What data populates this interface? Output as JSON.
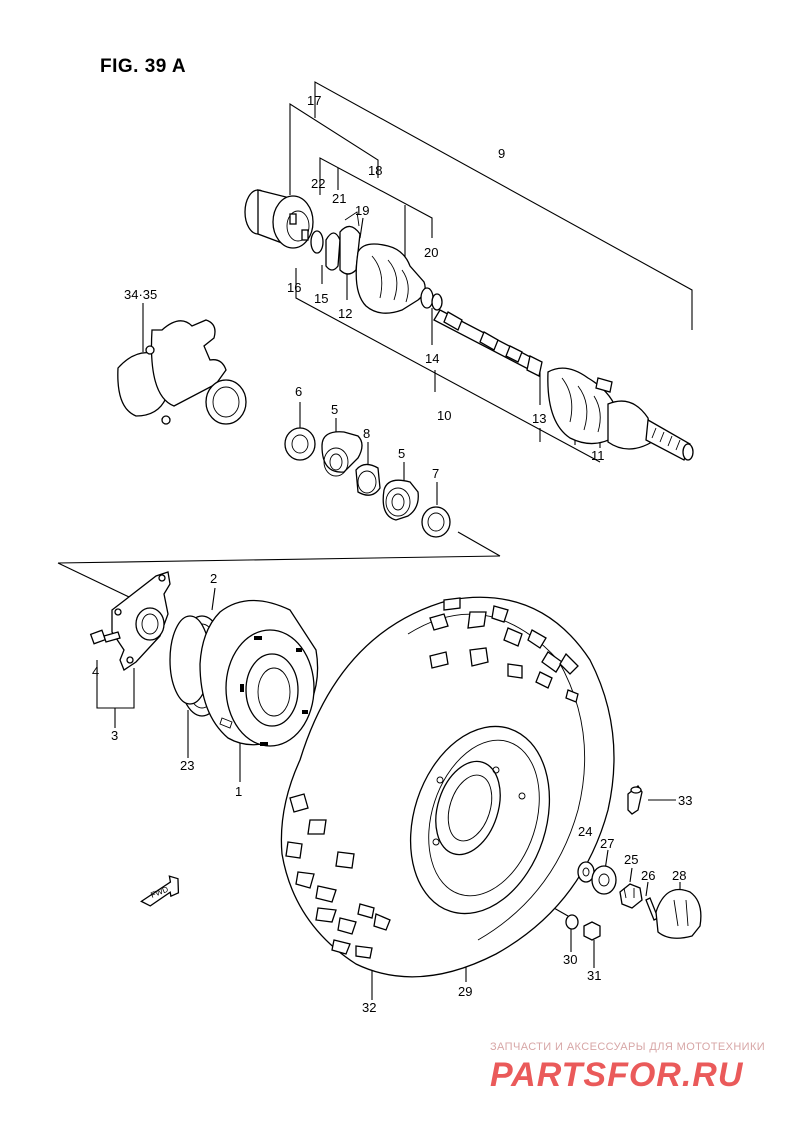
{
  "figure": {
    "title": "FIG. 39 A"
  },
  "callouts": [
    {
      "id": "c17",
      "label": "17"
    },
    {
      "id": "c9",
      "label": "9"
    },
    {
      "id": "c18",
      "label": "18"
    },
    {
      "id": "c22",
      "label": "22"
    },
    {
      "id": "c21",
      "label": "21"
    },
    {
      "id": "c19",
      "label": "19"
    },
    {
      "id": "c20",
      "label": "20"
    },
    {
      "id": "c16",
      "label": "16"
    },
    {
      "id": "c15",
      "label": "15"
    },
    {
      "id": "c12",
      "label": "12"
    },
    {
      "id": "c14",
      "label": "14"
    },
    {
      "id": "c3435",
      "label": "34·35"
    },
    {
      "id": "c6",
      "label": "6"
    },
    {
      "id": "c5a",
      "label": "5"
    },
    {
      "id": "c8",
      "label": "8"
    },
    {
      "id": "c5b",
      "label": "5"
    },
    {
      "id": "c7",
      "label": "7"
    },
    {
      "id": "c10",
      "label": "10"
    },
    {
      "id": "c13",
      "label": "13"
    },
    {
      "id": "c11",
      "label": "11"
    },
    {
      "id": "c2",
      "label": "2"
    },
    {
      "id": "c4",
      "label": "4"
    },
    {
      "id": "c3",
      "label": "3"
    },
    {
      "id": "c23",
      "label": "23"
    },
    {
      "id": "c1",
      "label": "1"
    },
    {
      "id": "c33",
      "label": "33"
    },
    {
      "id": "c24",
      "label": "24"
    },
    {
      "id": "c27",
      "label": "27"
    },
    {
      "id": "c25",
      "label": "25"
    },
    {
      "id": "c26",
      "label": "26"
    },
    {
      "id": "c28",
      "label": "28"
    },
    {
      "id": "c30",
      "label": "30"
    },
    {
      "id": "c31",
      "label": "31"
    },
    {
      "id": "c29",
      "label": "29"
    },
    {
      "id": "c32",
      "label": "32"
    }
  ],
  "direction_marker": {
    "label": "FWD"
  },
  "watermark": {
    "tagline": "ЗАПЧАСТИ И АКСЕССУАРЫ ДЛЯ МОТОТЕХНИКИ",
    "logo": "PARTSFOR.RU"
  },
  "colors": {
    "line": "#000000",
    "background": "#ffffff",
    "watermark": "#ea5a5a"
  }
}
